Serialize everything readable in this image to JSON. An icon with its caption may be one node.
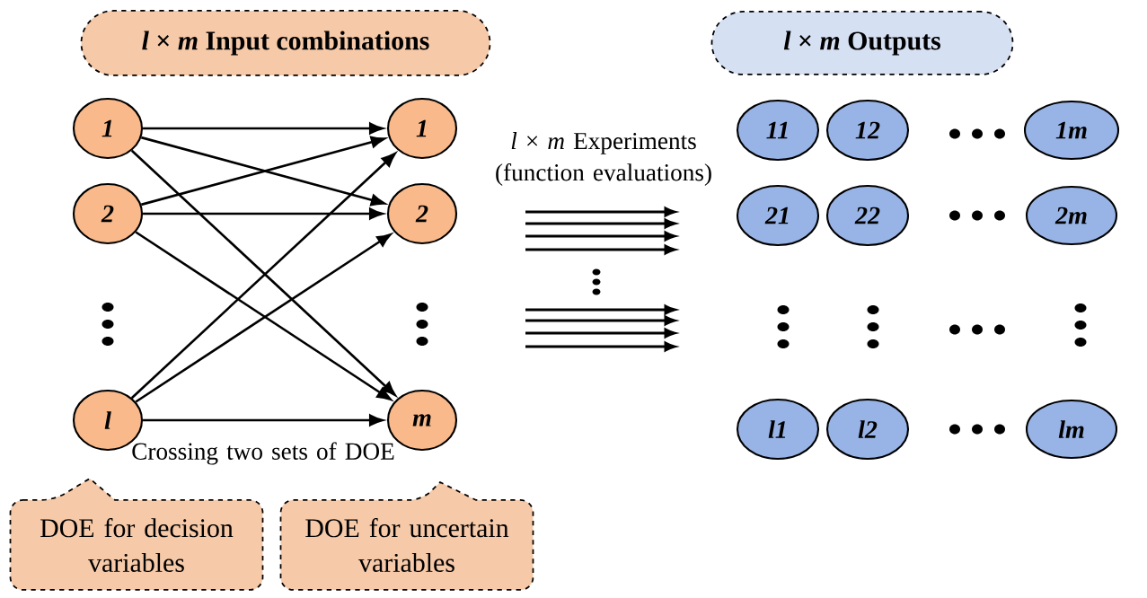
{
  "diagram": {
    "nodes": [
      {
        "text": [
          "*l* × *m* Input combinations"
        ]
      },
      {
        "text": [
          "*l* × *m* Outputs"
        ]
      },
      {
        "text": [
          "1"
        ]
      },
      {
        "text": [
          "2"
        ]
      },
      {
        "text": [
          "l"
        ]
      },
      {
        "text": [
          "1"
        ]
      },
      {
        "text": [
          "2"
        ]
      },
      {
        "text": [
          "m"
        ]
      },
      {
        "text": [
          "11"
        ]
      },
      {
        "text": [
          "12"
        ]
      },
      {
        "text": [
          "1m"
        ]
      },
      {
        "text": [
          "21"
        ]
      },
      {
        "text": [
          "22"
        ]
      },
      {
        "text": [
          "2m"
        ]
      },
      {
        "text": [
          "l1"
        ]
      },
      {
        "text": [
          "l2"
        ]
      },
      {
        "text": [
          "lm"
        ]
      },
      {
        "text": [
          "DOE for decision variables"
        ]
      },
      {
        "text": [
          "DOE for uncertain variables"
        ]
      }
    ],
    "edges": [
      {
        "from": 2,
        "to": 5,
        "arrow": "to"
      },
      {
        "from": 2,
        "to": 6,
        "arrow": "to"
      },
      {
        "from": 2,
        "to": 7,
        "arrow": "to"
      },
      {
        "from": 3,
        "to": 5,
        "arrow": "to"
      },
      {
        "from": 3,
        "to": 6,
        "arrow": "to"
      },
      {
        "from": 3,
        "to": 7,
        "arrow": "to"
      },
      {
        "from": 4,
        "to": 5,
        "arrow": "to"
      },
      {
        "from": 4,
        "to": 6,
        "arrow": "to"
      },
      {
        "from": 4,
        "to": 7,
        "arrow": "to"
      }
    ],
    "labels": [
      "*l* × *m* Experiments (function evaluations)",
      "Crossing two sets of DOE"
    ]
  }
}
